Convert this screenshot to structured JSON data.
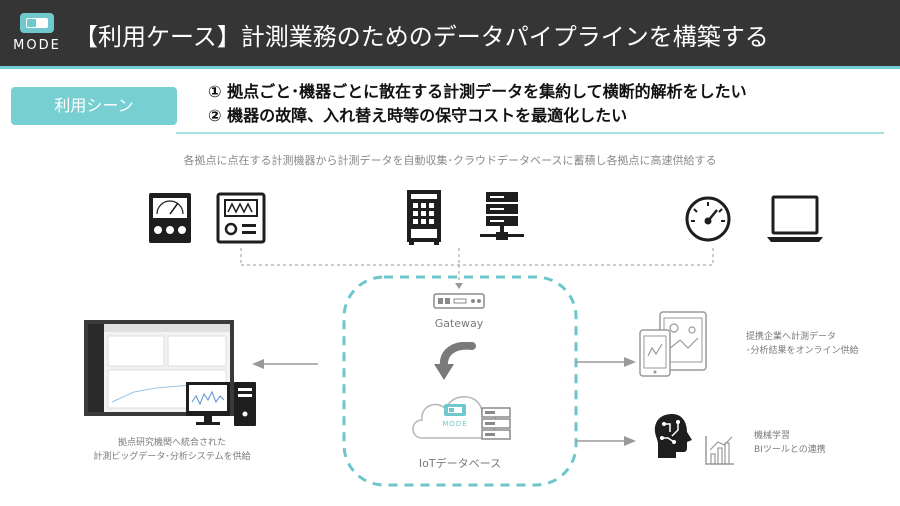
{
  "header": {
    "logo_text": "MODE",
    "title": "【利用ケース】計測業務のためのデータパイプラインを構築する"
  },
  "scene": {
    "badge": "利用シーン",
    "items": [
      "① 拠点ごと･機器ごとに散在する計測データを集約して横断的解析をしたい",
      "② 機器の故障、入れ替え時等の保守コストを最適化したい"
    ]
  },
  "diagram": {
    "caption": "各拠点に点在する計測機器から計測データを自動収集･クラウドデータベースに蓄積し各拠点に高速供給する",
    "gateway_label": "Gateway",
    "database_label": "IoTデータベース",
    "cloud_logo": "MODE",
    "left_label": [
      "拠点研究機関へ統合された",
      "計測ビッグデータ･分析システムを供給"
    ],
    "partner_label": [
      "提携企業へ計測データ",
      "･分析結果をオンライン供給"
    ],
    "ml_label": [
      "機械学習",
      "BIツールとの連携"
    ]
  },
  "colors": {
    "header_bg": "#353535",
    "accent": "#78cfd2",
    "dashed_box": "#6cc6cc"
  }
}
